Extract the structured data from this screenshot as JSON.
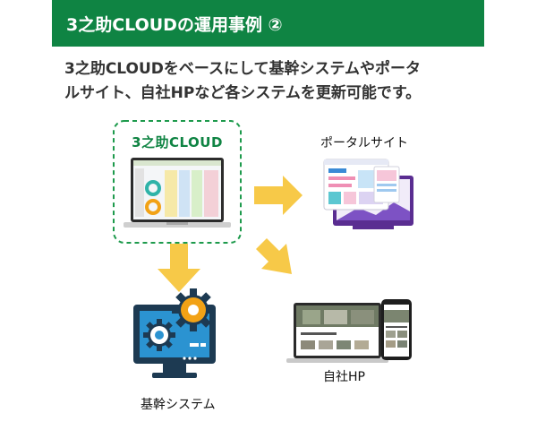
{
  "header": {
    "title": "3之助CLOUDの運用事例 ②"
  },
  "intro": {
    "line1": "3之助CLOUDをベースにして基幹システムやポータ",
    "line2": "ルサイト、自社HPなど各システムを更新可能です。"
  },
  "center": {
    "logo": "3之助CLOUD"
  },
  "nodes": {
    "portal": "ポータルサイト",
    "core": "基幹システム",
    "hp": "自社HP"
  },
  "colors": {
    "brand_green": "#0f8443",
    "arrow_yellow": "#f7c948",
    "dashed_border": "#1d9a4c",
    "monitor_blue": "#2b93d1",
    "gear_orange": "#f2a216",
    "dark_navy": "#1d3a52"
  }
}
